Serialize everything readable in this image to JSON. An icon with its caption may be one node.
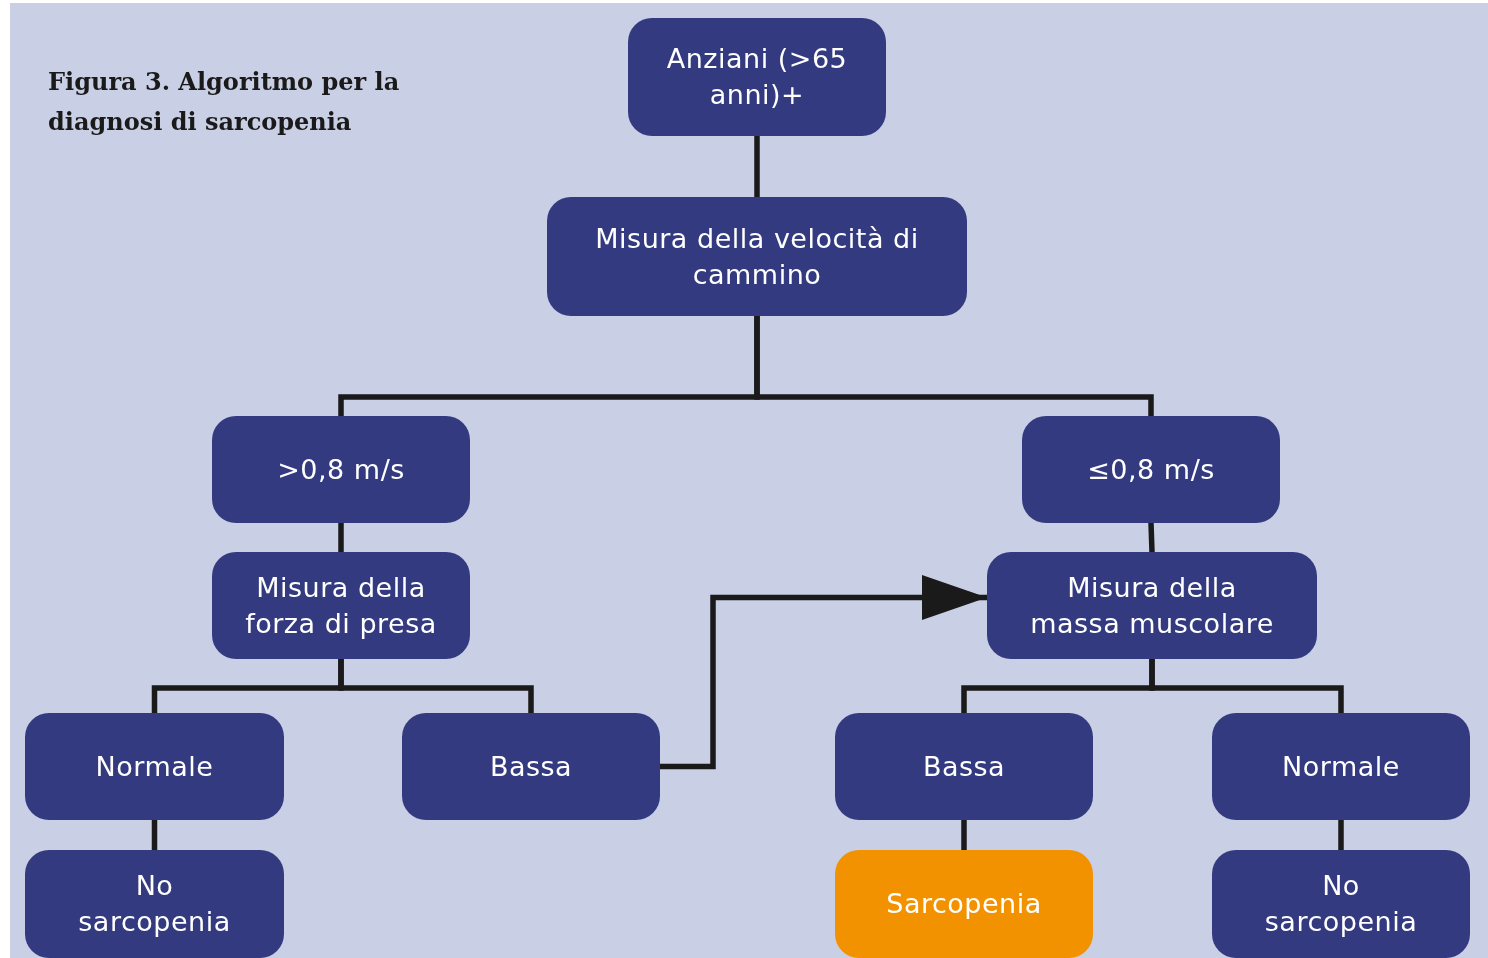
{
  "diagram": {
    "title": "Figura 3. Algoritmo per la diagnosi di sarcopenia",
    "nodes": [
      {
        "text": [
          "Anziani (>65 anni)+"
        ]
      },
      {
        "text": [
          "Misura della velocità di cammino"
        ]
      },
      {
        "text": [
          ">0,8 m/s"
        ]
      },
      {
        "text": [
          "≤0,8 m/s"
        ]
      },
      {
        "text": [
          "Misura della forza di presa"
        ]
      },
      {
        "text": [
          "Misura della massa muscolare"
        ]
      },
      {
        "text": [
          "Normale"
        ]
      },
      {
        "text": [
          "Bassa"
        ]
      },
      {
        "text": [
          "Bassa"
        ]
      },
      {
        "text": [
          "Normale"
        ]
      },
      {
        "text": [
          "No sarcopenia"
        ]
      },
      {
        "text": [
          "Sarcopenia"
        ]
      },
      {
        "text": [
          "No sarcopenia"
        ]
      }
    ],
    "edges": [
      {
        "from": 0,
        "to": 1,
        "arrow": "none"
      },
      {
        "from": 1,
        "to": 2,
        "arrow": "none"
      },
      {
        "from": 1,
        "to": 3,
        "arrow": "none"
      },
      {
        "from": 2,
        "to": 4,
        "arrow": "none"
      },
      {
        "from": 3,
        "to": 5,
        "arrow": "none"
      },
      {
        "from": 4,
        "to": 6,
        "arrow": "none"
      },
      {
        "from": 4,
        "to": 7,
        "arrow": "none"
      },
      {
        "from": 7,
        "to": 5,
        "arrow": "to"
      },
      {
        "from": 5,
        "to": 8,
        "arrow": "none"
      },
      {
        "from": 5,
        "to": 9,
        "arrow": "none"
      },
      {
        "from": 6,
        "to": 10,
        "arrow": "none"
      },
      {
        "from": 8,
        "to": 11,
        "arrow": "none"
      },
      {
        "from": 9,
        "to": 12,
        "arrow": "none"
      }
    ]
  }
}
